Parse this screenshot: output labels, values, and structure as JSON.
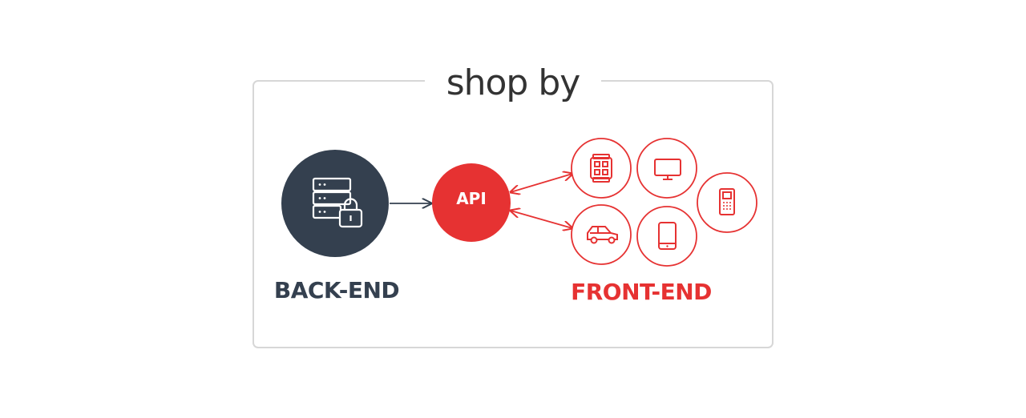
{
  "brand": {
    "name": "shop by"
  },
  "backend": {
    "label": "BACK-END",
    "icon": "server-lock-icon"
  },
  "api": {
    "label": "API"
  },
  "frontend": {
    "label": "FRONT-END",
    "devices": [
      "smartwatch-icon",
      "monitor-icon",
      "feature-phone-icon",
      "car-icon",
      "smartphone-icon"
    ]
  },
  "colors": {
    "dark": "#34404f",
    "accent": "#e63232",
    "border": "#d7d7d7",
    "text": "#333333"
  }
}
